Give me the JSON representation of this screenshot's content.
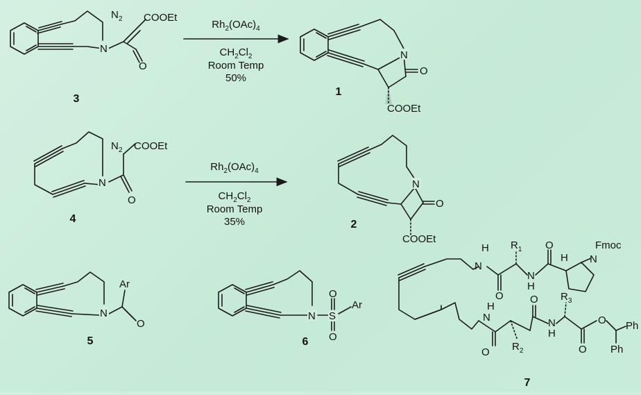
{
  "reactions": [
    {
      "reagent_prefix": "Rh",
      "reagent_sub1": "2",
      "reagent_mid": "(OAc)",
      "reagent_sub2": "4",
      "solvent_prefix": "CH",
      "solvent_sub1": "2",
      "solvent_mid": "Cl",
      "solvent_sub2": "2",
      "condition": "Room Temp",
      "yield": "50%"
    },
    {
      "reagent_prefix": "Rh",
      "reagent_sub1": "2",
      "reagent_mid": "(OAc)",
      "reagent_sub2": "4",
      "solvent_prefix": "CH",
      "solvent_sub1": "2",
      "solvent_mid": "Cl",
      "solvent_sub2": "2",
      "condition": "Room Temp",
      "yield": "35%"
    }
  ],
  "compounds": {
    "c1": "1",
    "c2": "2",
    "c3": "3",
    "c4": "4",
    "c5": "5",
    "c6": "6",
    "c7": "7"
  },
  "atoms": {
    "N": "N",
    "O": "O",
    "S": "S",
    "H": "H",
    "Ar": "Ar",
    "COOEt": "COOEt",
    "diazo_N": "N",
    "diazo_sub": "2",
    "Fmoc": "Fmoc",
    "Ph": "Ph",
    "R": "R",
    "r1": "1",
    "r2": "2",
    "r3": "3"
  }
}
